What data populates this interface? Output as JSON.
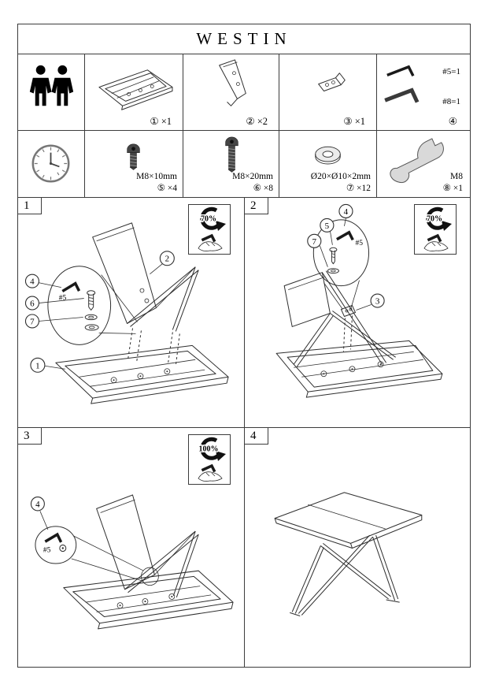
{
  "title": "WESTIN",
  "legend": {
    "row1": {
      "people_icon": "two-people-icon",
      "parts": [
        {
          "label": "①",
          "qty": "×1"
        },
        {
          "label": "②",
          "qty": "×2"
        },
        {
          "label": "③",
          "qty": "×1"
        }
      ],
      "tools": {
        "label": "④",
        "keys": [
          {
            "size": "#5=1"
          },
          {
            "size": "#8=1"
          }
        ]
      }
    },
    "row2": {
      "clock_icon": "clock-icon",
      "hardware": [
        {
          "spec": "M8×10mm",
          "label": "⑤",
          "qty": "×4"
        },
        {
          "spec": "M8×20mm",
          "label": "⑥",
          "qty": "×8"
        },
        {
          "spec": "Ø20×Ø10×2mm",
          "label": "⑦",
          "qty": "×12"
        },
        {
          "spec": "M8",
          "label": "⑧",
          "qty": "×1"
        }
      ]
    }
  },
  "steps": [
    {
      "number": "1",
      "torque": "70%",
      "key_size": "#5",
      "callouts": {
        "c4": "4",
        "c6": "6",
        "c7": "7",
        "c2": "2",
        "c1": "1"
      }
    },
    {
      "number": "2",
      "torque": "70%",
      "key_size": "#5",
      "callouts": {
        "c4": "4",
        "c5": "5",
        "c7": "7",
        "c3": "3"
      }
    },
    {
      "number": "3",
      "torque": "100%",
      "key_size": "#5",
      "callouts": {
        "c4": "4"
      }
    },
    {
      "number": "4"
    }
  ]
}
